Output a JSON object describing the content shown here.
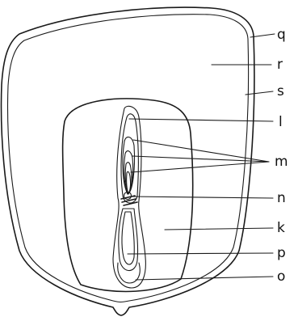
{
  "labels": {
    "q": "q",
    "r": "r",
    "s": "s",
    "l": "l",
    "m": "m",
    "n": "n",
    "k": "k",
    "p": "p",
    "o": "o"
  }
}
